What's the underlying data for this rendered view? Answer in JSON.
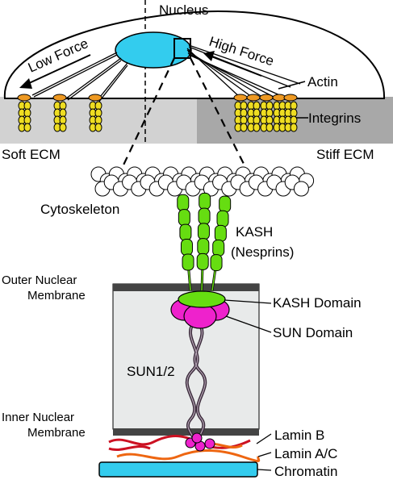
{
  "top": {
    "nucleus": "Nucleus",
    "low_force": "Low Force",
    "high_force": "High Force",
    "actin": "Actin",
    "integrins": "Integrins",
    "soft_ecm": "Soft ECM",
    "stiff_ecm": "Stiff ECM"
  },
  "bottom": {
    "cytoskeleton": "Cytoskeleton",
    "kash_line1": "KASH",
    "kash_line2": "(Nesprins)",
    "outer_membrane_line1": "Outer Nuclear",
    "outer_membrane_line2": "Membrane",
    "kash_domain": "KASH Domain",
    "sun_domain": "SUN Domain",
    "sun12": "SUN1/2",
    "inner_membrane_line1": "Inner Nuclear",
    "inner_membrane_line2": "Membrane",
    "lamin_b": "Lamin B",
    "lamin_ac": "Lamin A/C",
    "chromatin": "Chromatin"
  },
  "colors": {
    "nucleus": "#33ccee",
    "kash": "#66dd11",
    "sun": "#ee22cc",
    "integrin": "#eedd22",
    "integrin_cap": "#ee9922",
    "soft_ecm": "#d2d2d2",
    "stiff_ecm": "#a8a8a8",
    "lamin_b": "#cc1122",
    "lamin_ac": "#ee6611",
    "chromatin": "#33ccee",
    "membrane": "#444444",
    "nuclear_interior": "#e8eaea"
  }
}
